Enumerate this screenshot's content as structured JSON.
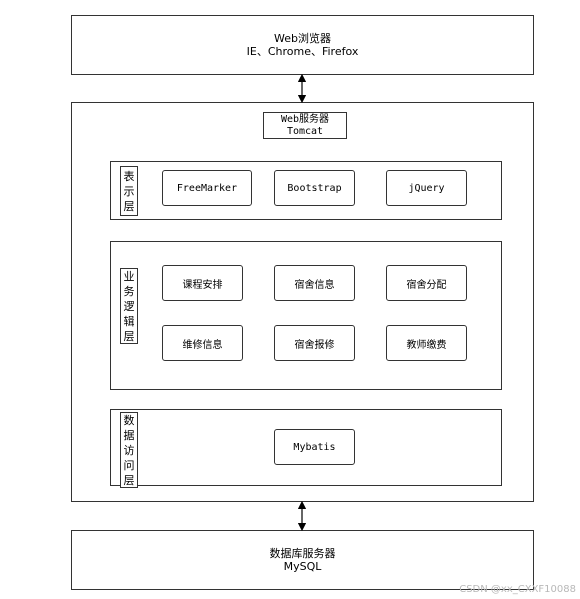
{
  "browser": {
    "line1": "Web浏览器",
    "line2": "IE、Chrome、Firefox"
  },
  "server": {
    "line1": "Web服务器",
    "line2": "Tomcat"
  },
  "presentation_layer": {
    "label_chars": [
      "表",
      "示",
      "层"
    ],
    "items": [
      "FreeMarker",
      "Bootstrap",
      "jQuery"
    ]
  },
  "business_layer": {
    "label_chars": [
      "业",
      "务",
      "逻",
      "辑",
      "层"
    ],
    "items": [
      "课程安排",
      "宿舍信息",
      "宿舍分配",
      "维修信息",
      "宿舍报修",
      "教师缴费"
    ]
  },
  "data_access_layer": {
    "label_chars": [
      "数",
      "据",
      "访",
      "问",
      "层"
    ],
    "items": [
      "Mybatis"
    ]
  },
  "database": {
    "line1": "数据库服务器",
    "line2": "MySQL"
  },
  "watermark": "CSDN @xx_CXXF10088"
}
